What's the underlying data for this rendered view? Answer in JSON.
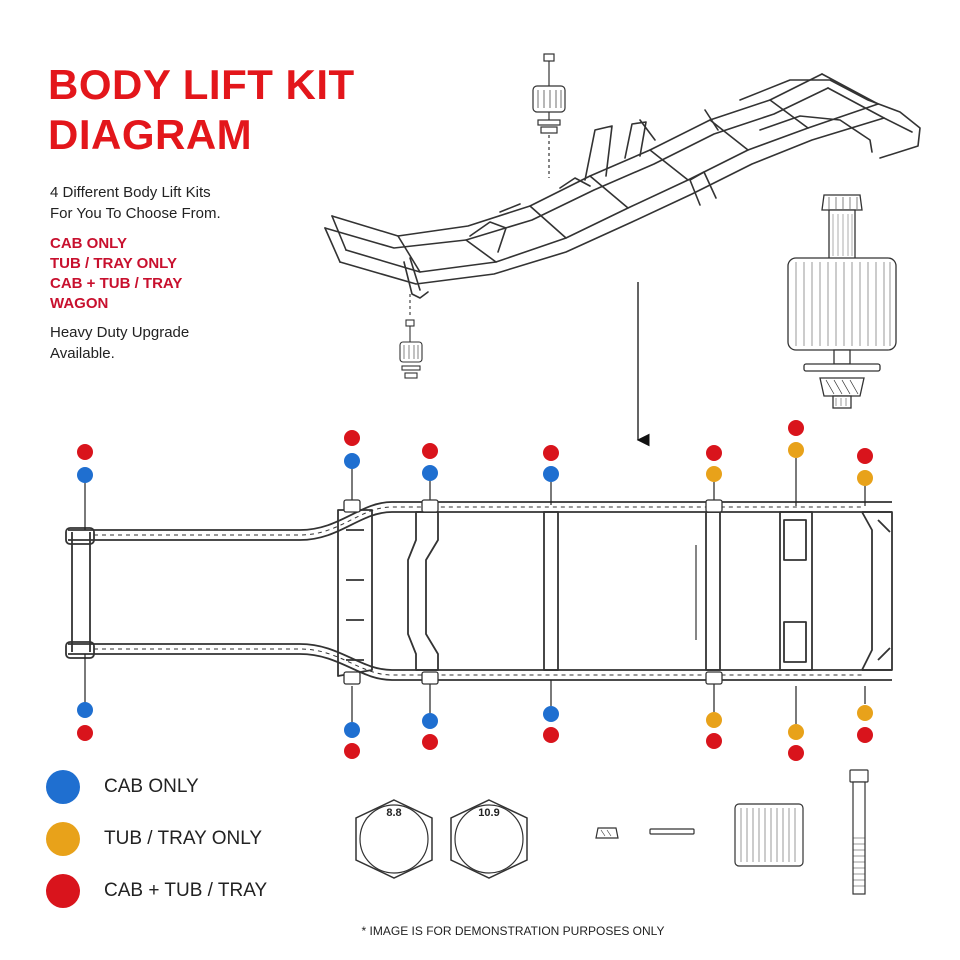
{
  "title": {
    "line1": "BODY LIFT KIT",
    "line2": "DIAGRAM"
  },
  "intro": {
    "line1": "4 Different Body Lift Kits",
    "line2": "For You To Choose From."
  },
  "kits": [
    "CAB ONLY",
    "TUB / TRAY ONLY",
    "CAB + TUB / TRAY",
    "WAGON"
  ],
  "upgrade": {
    "line1": "Heavy Duty Upgrade",
    "line2": "Available."
  },
  "colors": {
    "title": "#e3161b",
    "kit_text": "#c8102e",
    "blue": "#1f6fd0",
    "orange": "#e8a21a",
    "red": "#d9141c"
  },
  "legend": [
    {
      "label": "CAB ONLY",
      "color": "blue"
    },
    {
      "label": "TUB / TRAY ONLY",
      "color": "orange"
    },
    {
      "label": "CAB + TUB / TRAY",
      "color": "red"
    }
  ],
  "bolt_grades": [
    "8.8",
    "10.9"
  ],
  "mount_markers": [
    {
      "top": [
        "red",
        "blue"
      ],
      "bottom": [
        "blue",
        "red"
      ]
    },
    {
      "top": [
        "red",
        "blue"
      ],
      "bottom": [
        "blue",
        "red"
      ]
    },
    {
      "top": [
        "red",
        "blue"
      ],
      "bottom": [
        "blue",
        "red"
      ]
    },
    {
      "top": [
        "red",
        "blue"
      ],
      "bottom": [
        "blue",
        "red"
      ]
    },
    {
      "top": [
        "red",
        "orange"
      ],
      "bottom": [
        "orange",
        "red"
      ]
    },
    {
      "top": [
        "red",
        "orange"
      ],
      "bottom": [
        "orange",
        "red"
      ]
    },
    {
      "top": [
        "red",
        "orange"
      ],
      "bottom": [
        "orange",
        "red"
      ]
    }
  ],
  "disclaimer": "* IMAGE IS FOR DEMONSTRATION PURPOSES ONLY"
}
